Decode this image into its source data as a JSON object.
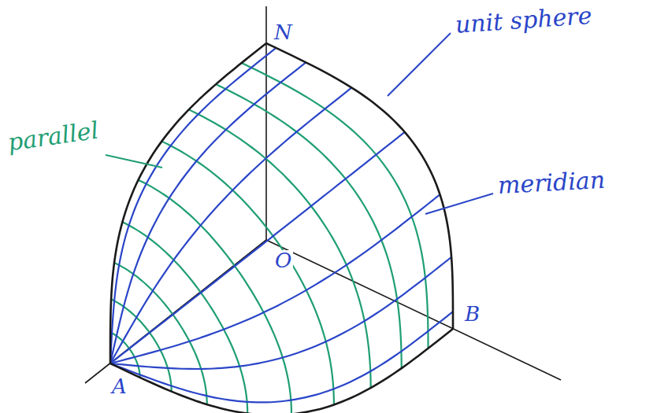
{
  "diagram": {
    "labels": [
      "N",
      "unit sphere",
      "parallel",
      "meridian",
      "O",
      "B",
      "A"
    ]
  }
}
